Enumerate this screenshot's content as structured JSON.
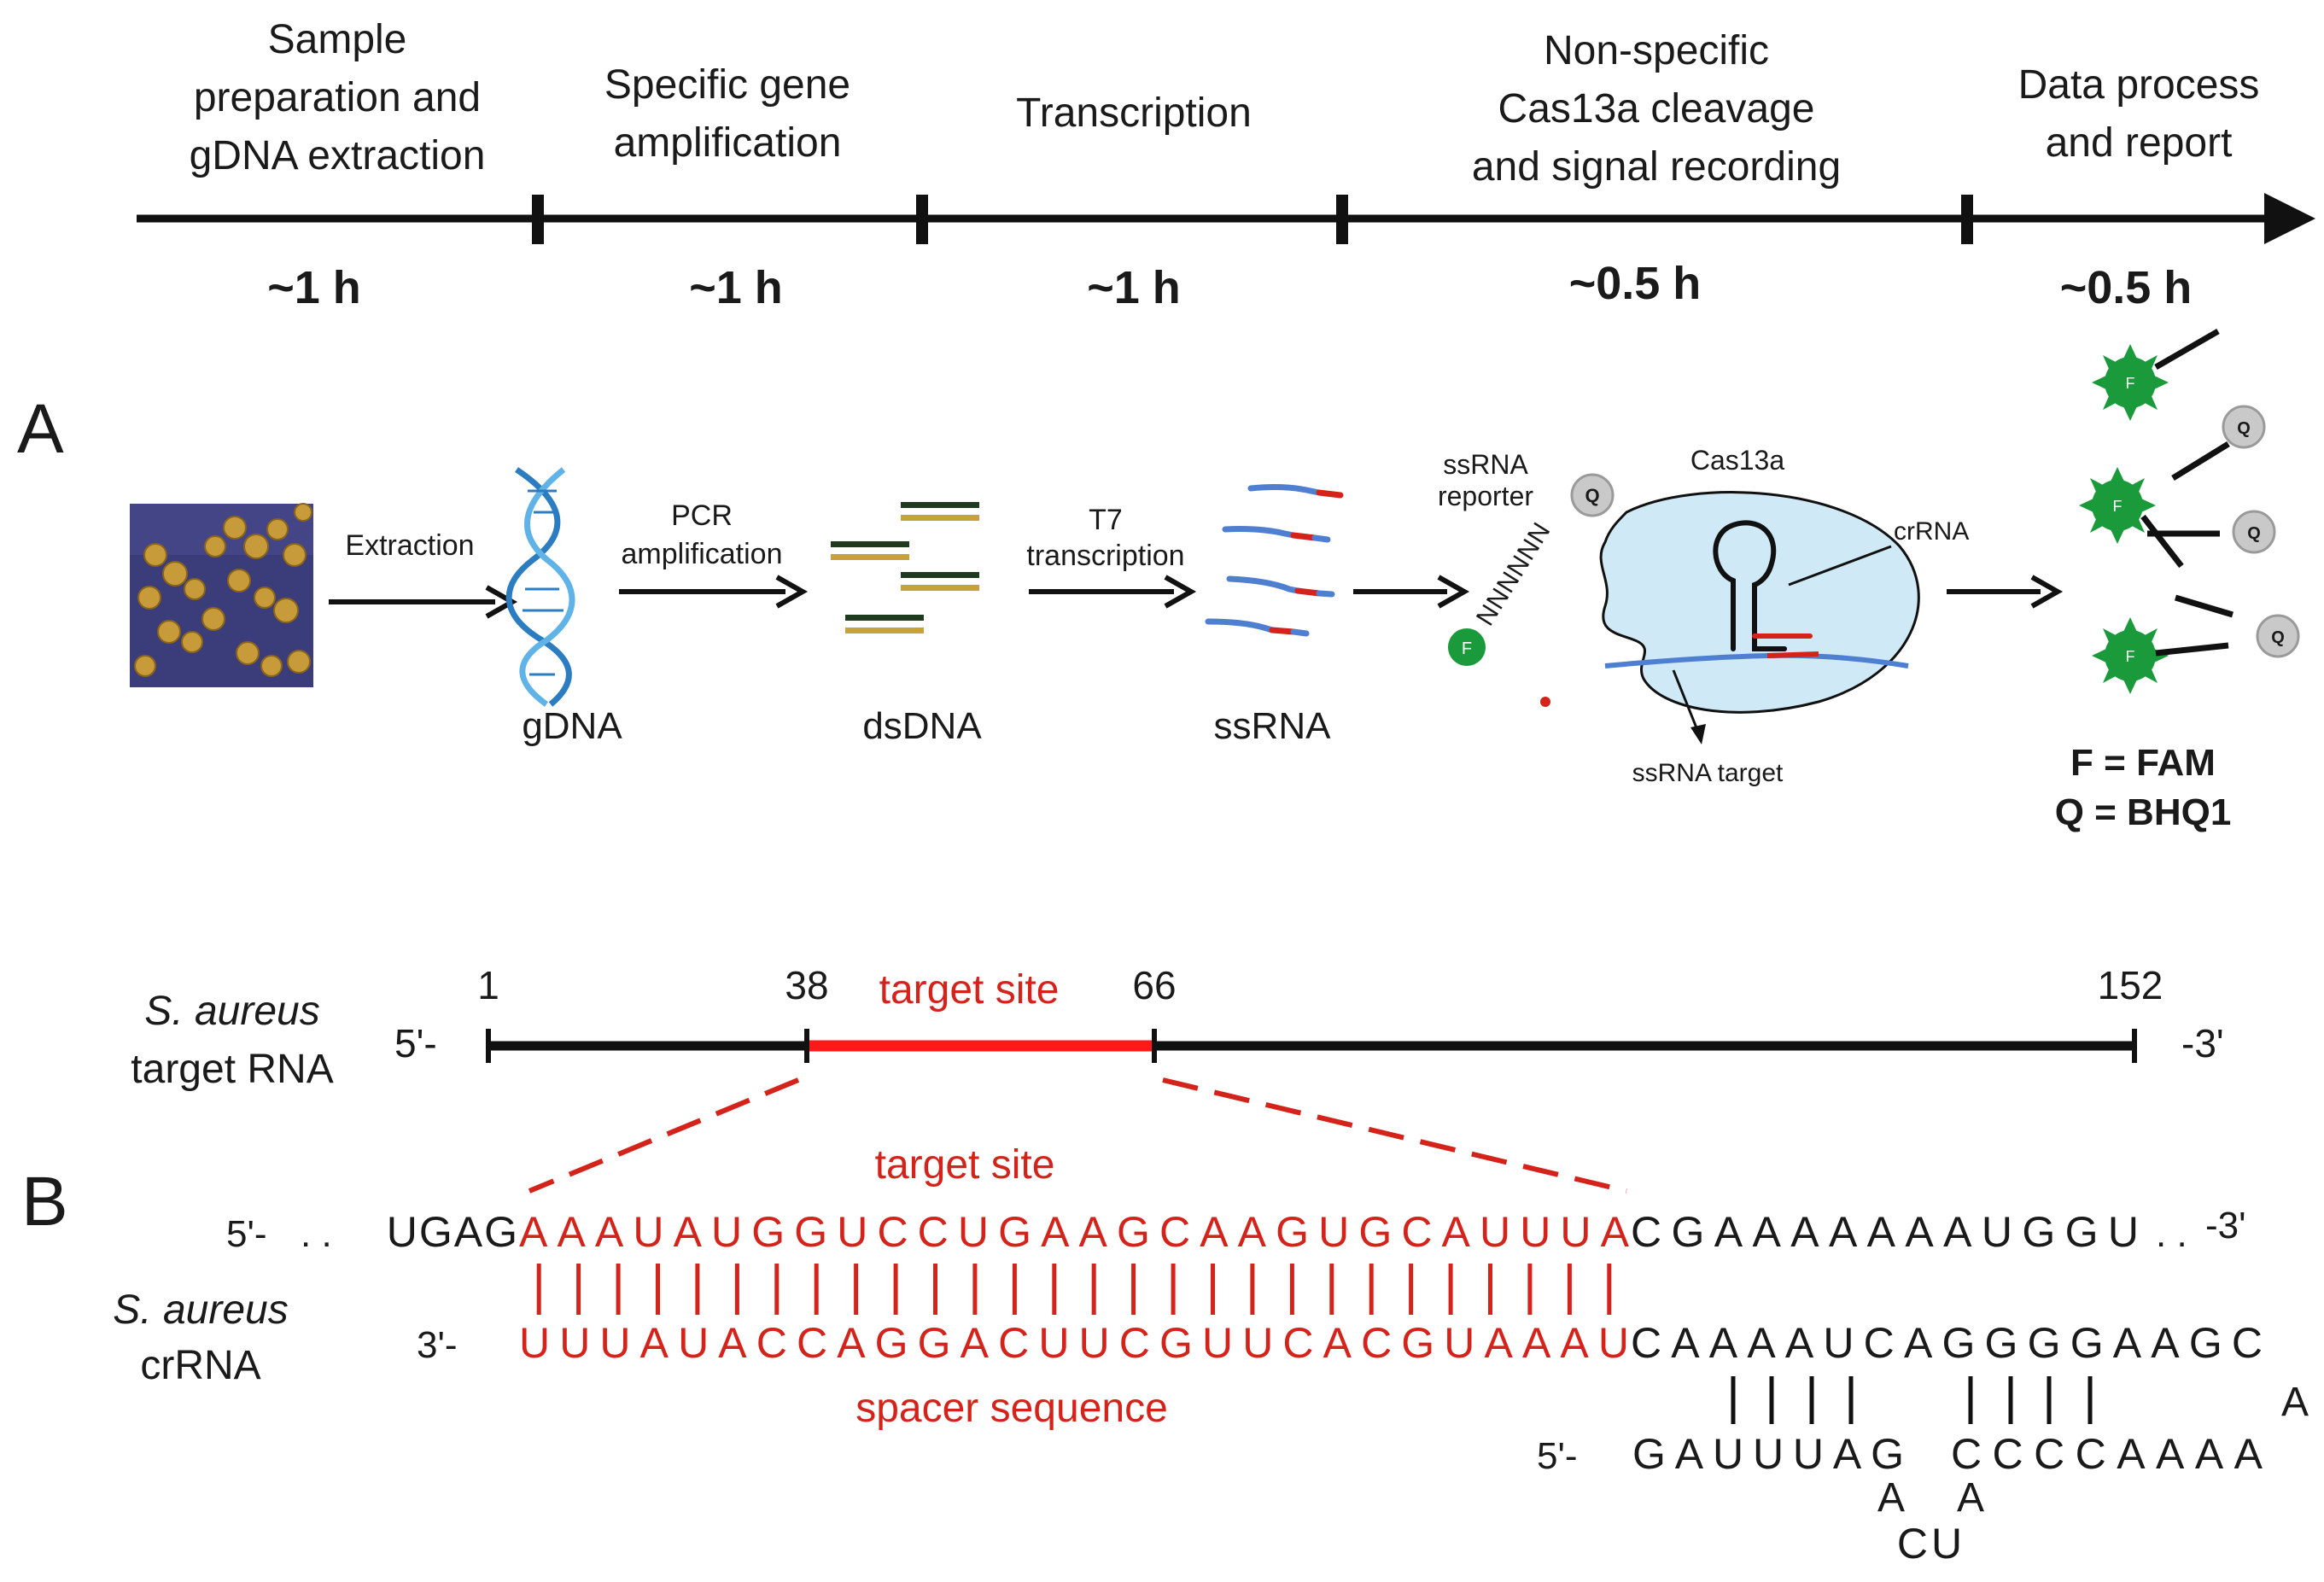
{
  "timeline": {
    "steps": [
      {
        "label_lines": [
          "Sample",
          "preparation and",
          "gDNA  extraction"
        ],
        "duration": "~1 h"
      },
      {
        "label_lines": [
          "Specific gene",
          "amplification"
        ],
        "duration": "~1 h"
      },
      {
        "label_lines": [
          "Transcription"
        ],
        "duration": "~1 h"
      },
      {
        "label_lines": [
          "Non-specific",
          "Cas13a cleavage",
          "and signal recording"
        ],
        "duration": "~0.5 h"
      },
      {
        "label_lines": [
          "Data process",
          "and report"
        ],
        "duration": "~0.5 h"
      }
    ]
  },
  "panel_a": {
    "label": "A",
    "arrow_labels": {
      "extraction": "Extraction",
      "pcr_lines": [
        "PCR",
        "amplification"
      ],
      "t7_lines": [
        "T7",
        "transcription"
      ]
    },
    "captions": {
      "gdna": "gDNA",
      "dsdna": "dsDNA",
      "ssrna": "ssRNA"
    },
    "reporter": {
      "label_lines": [
        "ssRNA",
        "reporter"
      ],
      "sequence": "NNNNNN",
      "fluorophore_letter": "F",
      "quencher_letter": "Q"
    },
    "cas13a": {
      "title": "Cas13a",
      "crrna_label": "crRNA",
      "target_label": "ssRNA target"
    },
    "legend": {
      "line1": "F = FAM",
      "line2": "Q = BHQ1"
    },
    "colors": {
      "rna_blue": "#4f7fd1",
      "rna_red": "#d4231a",
      "dna_dark": "#1f3a1f",
      "dna_gold": "#c9a13a",
      "fam_green": "#1a9a3a",
      "quencher_gray": "#c9c9c9",
      "cas_fill": "#cfeaf6"
    }
  },
  "panel_b": {
    "label": "B",
    "map": {
      "organism": "S. aureus",
      "molecule": "target RNA",
      "five_prime": "5'-",
      "three_prime": "-3'",
      "positions": {
        "start": "1",
        "site_start": "38",
        "site_end": "66",
        "end": "152"
      },
      "site_label": "target site"
    },
    "target_strand": {
      "five_prime": "5'-",
      "lead_dots": ". .",
      "prefix": "UGAG",
      "site": "AAAUAUGGUCCUGAAGCAAGUGCAUUUA",
      "suffix": "CGAAAAAAAUGGU",
      "trail_dots": ". .",
      "three_prime": "-3'",
      "site_label": "target site"
    },
    "crrna": {
      "organism": "S. aureus",
      "molecule": "crRNA",
      "three_prime": "3'-",
      "spacer": "UUUAUACCAGGACUUCGUUCACGUAAAU",
      "repeat_top": "CAAAAUCAGGGGAAGC",
      "spacer_label": "spacer sequence",
      "loop_tip": "A",
      "bottom_five_prime": "5'-",
      "bottom_left": "GAUUUAG",
      "bottom_right": "CCCCAAAA",
      "bulge_left": "A",
      "bulge_right": "A",
      "loop_bottom": "CU"
    }
  }
}
